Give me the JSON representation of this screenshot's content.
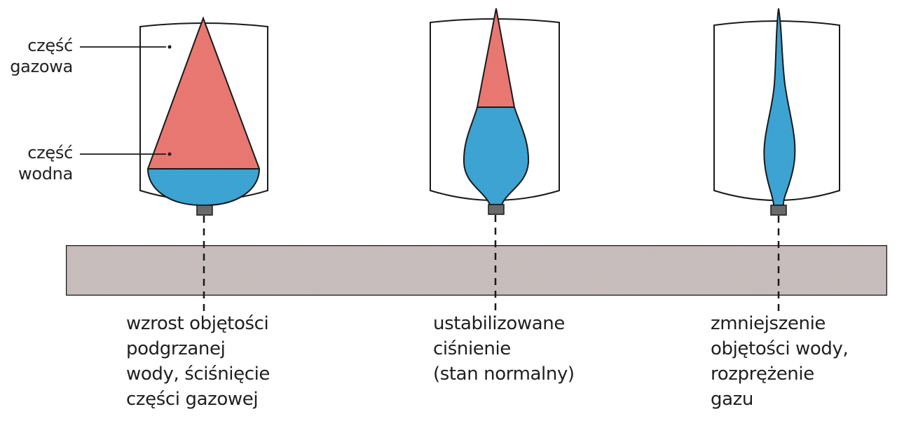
{
  "colors": {
    "gas": "#ee7b74",
    "water": "#3ea8d8",
    "bar": "#cdc2c1",
    "stroke": "#1a1a1a"
  },
  "labels": {
    "gas_part": [
      "część",
      "gazowa"
    ],
    "water_part": [
      "część",
      "wodna"
    ]
  },
  "vessels": [
    {
      "state": "expansion",
      "caption": [
        "wzrost objętości",
        "podgrzanej",
        "wody, ściśnięcie",
        "części gazowej"
      ]
    },
    {
      "state": "normal",
      "caption": [
        "ustabilizowane",
        "ciśnienie",
        "(stan normalny)"
      ]
    },
    {
      "state": "contraction",
      "caption": [
        "zmniejszenie",
        "objętości wody,",
        "rozprężenie",
        "gazu"
      ]
    }
  ]
}
